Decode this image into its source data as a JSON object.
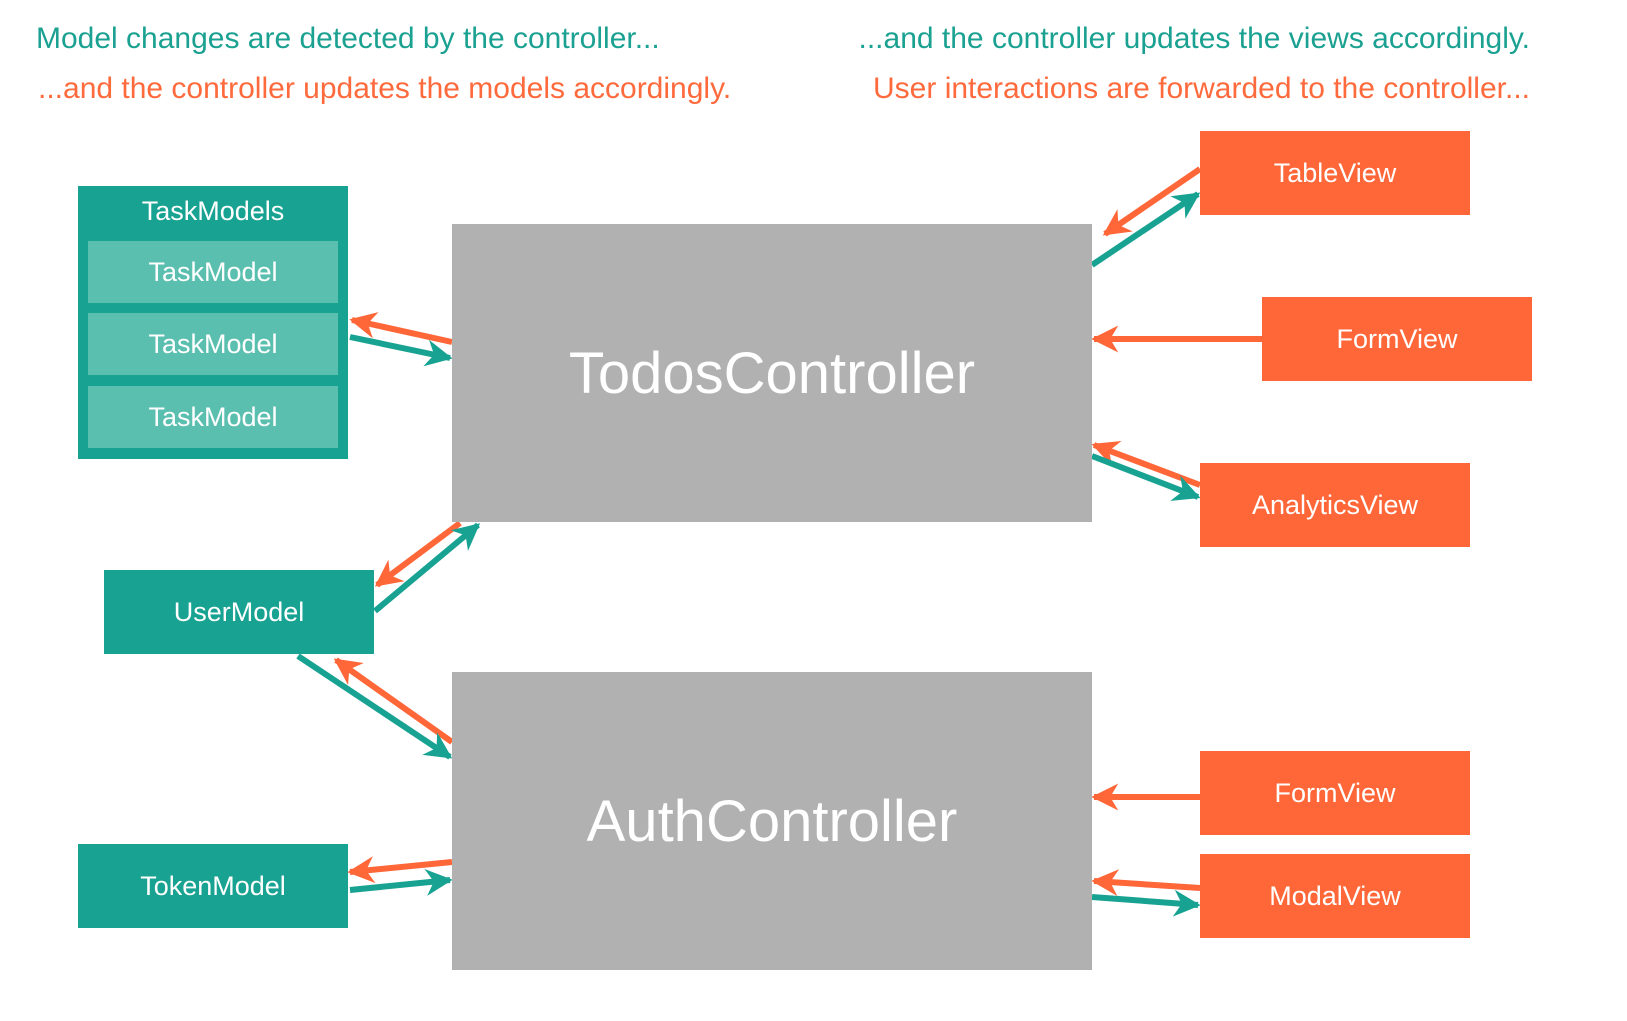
{
  "captions": {
    "top_left_teal": "Model changes are detected by the controller...",
    "top_left_orange": "...and the controller updates the models accordingly.",
    "top_right_teal": "...and the controller updates the views accordingly.",
    "top_right_orange": "User interactions are forwarded to the controller..."
  },
  "models": {
    "task_models": {
      "title": "TaskModels",
      "items": [
        "TaskModel",
        "TaskModel",
        "TaskModel"
      ]
    },
    "user_model": "UserModel",
    "token_model": "TokenModel"
  },
  "controllers": {
    "todos": "TodosController",
    "auth": "AuthController"
  },
  "views": {
    "table_view": "TableView",
    "form_view_todos": "FormView",
    "analytics_view": "AnalyticsView",
    "form_view_auth": "FormView",
    "modal_view": "ModalView"
  },
  "colors": {
    "teal": "#18a292",
    "teal_light": "#5bbfb0",
    "orange": "#ff6638",
    "gray": "#b1b1b1"
  }
}
